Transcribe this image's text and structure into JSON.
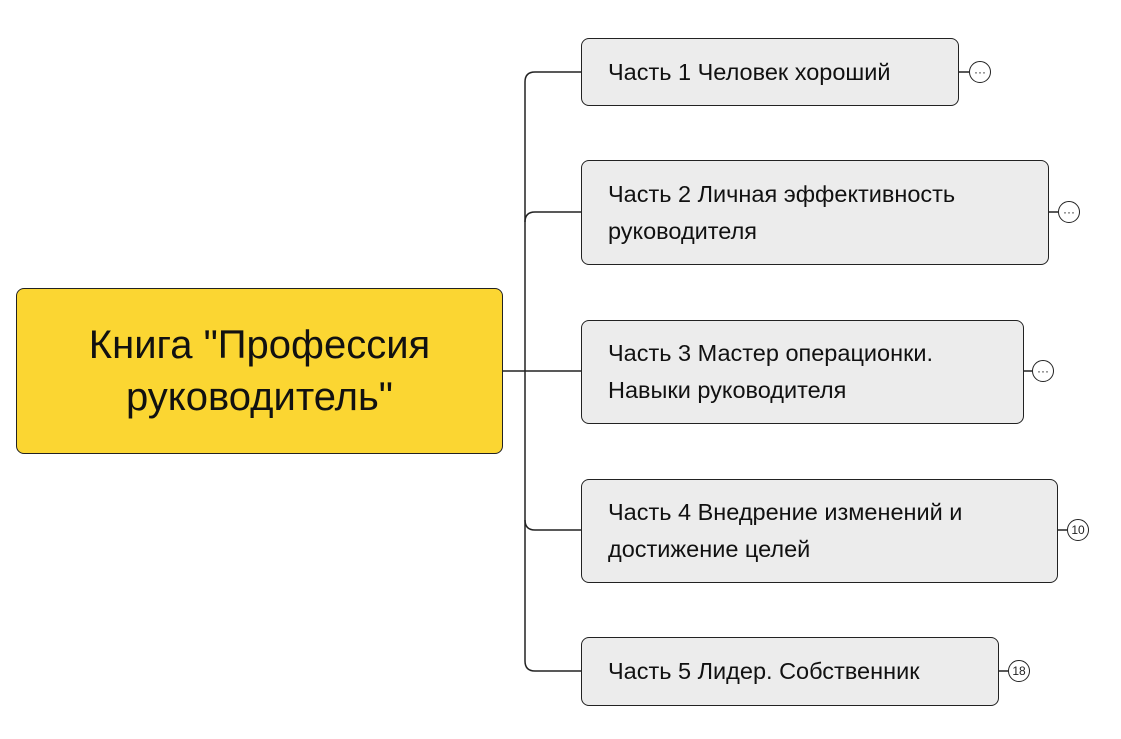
{
  "root": {
    "label": "Книга \"Профессия руководитель\"",
    "color": "#fbd632"
  },
  "children": [
    {
      "label": "Часть 1 Человек хороший",
      "badge": "···"
    },
    {
      "label": "Часть 2 Личная эффективность руководителя",
      "badge": "···"
    },
    {
      "label": "Часть 3 Мастер операционки. Навыки руководителя",
      "badge": "···"
    },
    {
      "label": "Часть 4 Внедрение изменений и достижение целей",
      "badge": "10"
    },
    {
      "label": "Часть 5 Лидер. Собственник",
      "badge": "18"
    }
  ]
}
